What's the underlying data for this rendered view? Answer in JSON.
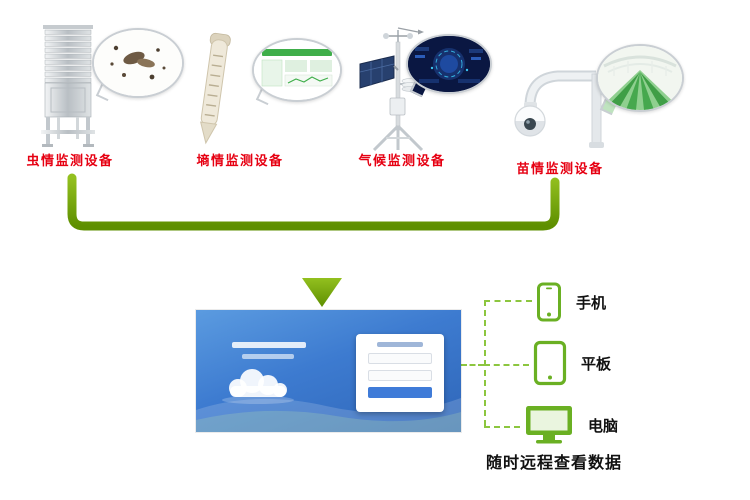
{
  "devices": [
    {
      "label": "虫情监测设备",
      "icon": "insect-monitor-illustration",
      "bubble": "insect-photo-bubble"
    },
    {
      "label": "墒情监测设备",
      "icon": "soil-probe-illustration",
      "bubble": "green-dashboard-bubble"
    },
    {
      "label": "气候监测设备",
      "icon": "weather-station-illustration",
      "bubble": "dark-dashboard-bubble"
    },
    {
      "label": "苗情监测设备",
      "icon": "dome-camera-illustration",
      "bubble": "greenhouse-photo-bubble"
    }
  ],
  "clients": [
    {
      "label": "手机",
      "icon": "phone-icon"
    },
    {
      "label": "平板",
      "icon": "tablet-icon"
    },
    {
      "label": "电脑",
      "icon": "monitor-icon"
    }
  ],
  "footer": {
    "caption": "随时远程查看数据"
  },
  "colors": {
    "connector_green_light": "#93c01f",
    "connector_green_dark": "#5e8f00",
    "device_label_red": "#e60012",
    "client_icon_green": "#6ab023",
    "dashed_line_green": "#8cc63f",
    "platform_blue": "#3d7bd0"
  }
}
